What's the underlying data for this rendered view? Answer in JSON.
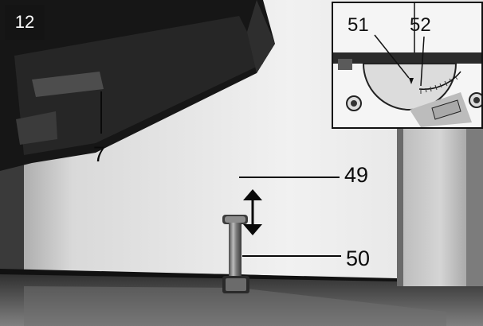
{
  "figure": {
    "number": "12",
    "callouts": [
      {
        "id": "7",
        "text": "7"
      },
      {
        "id": "49",
        "text": "49"
      },
      {
        "id": "50",
        "text": "50"
      }
    ],
    "inset": {
      "callouts": [
        {
          "id": "51",
          "text": "51"
        },
        {
          "id": "52",
          "text": "52"
        }
      ]
    },
    "icons": [
      "double-arrow-icon"
    ]
  }
}
